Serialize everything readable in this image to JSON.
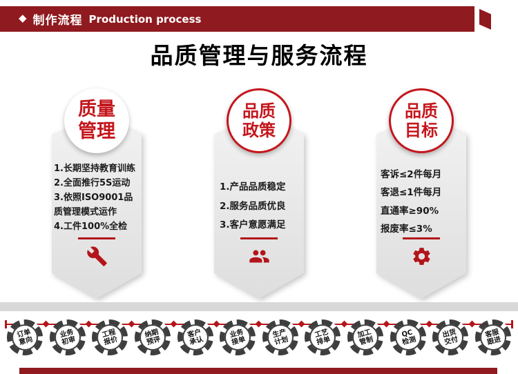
{
  "header": {
    "diamond": "◆",
    "title_zh": "制作流程",
    "title_en": "Production process"
  },
  "page_title": "品质管理与服务流程",
  "colors": {
    "dark_red": "#8f1a1f",
    "accent_red": "#b3151a",
    "circle_text_red": "#c4161c",
    "ribbon_gray": "#e7e7e7",
    "divider_gray": "#d8d8d8",
    "gear_dark": "#3e3e3e"
  },
  "columns": [
    {
      "circle": "质量\n管理",
      "icon": "wrench-icon",
      "items": [
        "1.长期坚持教育训练",
        "2.全面推行5S运动",
        "3.依照ISO9001品质管理模式运作",
        "4.工件100%全检"
      ]
    },
    {
      "circle": "品质\n政策",
      "icon": "people-icon",
      "items": [
        "1.产品品质稳定",
        "2.服务品质优良",
        "3.客户意愿满足"
      ]
    },
    {
      "circle": "品质\n目标",
      "icon": "gear-icon",
      "items": [
        "客诉≤2件每月",
        "客退≤1件每月",
        "直通率≥90%",
        "报废率≤3%"
      ]
    }
  ],
  "steps": [
    "订单\n意向",
    "业务\n初审",
    "工程\n报价",
    "纳期\n预评",
    "客户\n承认",
    "业务\n接单",
    "生产\n计划",
    "工艺\n排单",
    "加工\n管制",
    "QC\n检测",
    "出货\n交付",
    "客服\n跟进"
  ]
}
